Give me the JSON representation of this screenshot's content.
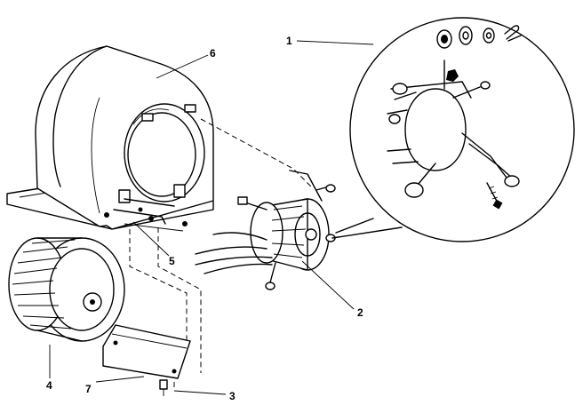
{
  "callouts": [
    {
      "id": "1",
      "label": "1",
      "part": "motor-mount-kit"
    },
    {
      "id": "2",
      "label": "2",
      "part": "blower-motor"
    },
    {
      "id": "3",
      "label": "3",
      "part": "mounting-screw"
    },
    {
      "id": "4",
      "label": "4",
      "part": "blower-wheel"
    },
    {
      "id": "5",
      "label": "5",
      "part": "housing-bracket"
    },
    {
      "id": "6",
      "label": "6",
      "part": "blower-housing"
    },
    {
      "id": "7",
      "label": "7",
      "part": "cutoff-plate"
    }
  ]
}
